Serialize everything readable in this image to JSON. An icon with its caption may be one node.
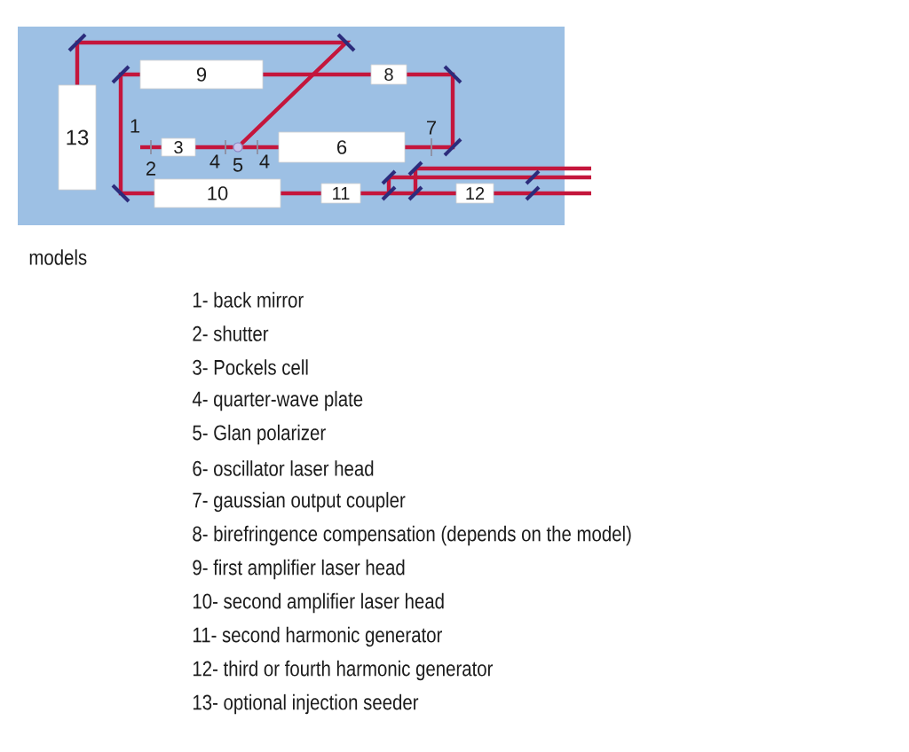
{
  "diagram": {
    "caption": "models",
    "nodes": [
      {
        "text": [
          "9"
        ]
      },
      {
        "text": [
          "8"
        ]
      },
      {
        "text": [
          "13"
        ]
      },
      {
        "text": [
          "3"
        ]
      },
      {
        "text": [],
        "shape": "circle"
      },
      {
        "text": [
          "6"
        ]
      },
      {
        "text": [
          "10"
        ]
      },
      {
        "text": [
          "11"
        ]
      },
      {
        "text": [
          "12"
        ]
      }
    ],
    "edges": [
      {
        "from": 2,
        "to": 4,
        "arrow": "none"
      },
      {
        "from": 3,
        "to": null,
        "arrow": "none"
      },
      {
        "from": 3,
        "to": 4,
        "arrow": "none"
      },
      {
        "from": 4,
        "to": 5,
        "arrow": "none"
      },
      {
        "from": 5,
        "to": 1,
        "arrow": "none"
      },
      {
        "from": 1,
        "to": 0,
        "arrow": "none"
      },
      {
        "from": 0,
        "to": 6,
        "arrow": "none"
      },
      {
        "from": 6,
        "to": 7,
        "arrow": "none"
      },
      {
        "from": 7,
        "to": 8,
        "arrow": "none"
      },
      {
        "from": 8,
        "to": null,
        "arrow": "none"
      }
    ],
    "labels": [
      "1",
      "7",
      "2",
      "4",
      "5",
      "4",
      "1- back mirror",
      "2- shutter",
      "3- Pockels cell",
      "4- quarter-wave plate",
      "5- Glan polarizer",
      "6- oscillator laser head",
      "7- gaussian output coupler",
      "8- birefringence compensation (depends on the model)",
      "9- first amplifier laser head",
      "10- second amplifier laser head",
      "11- second harmonic generator",
      "12- third or fourth harmonic generator",
      "13- optional injection seeder"
    ]
  }
}
